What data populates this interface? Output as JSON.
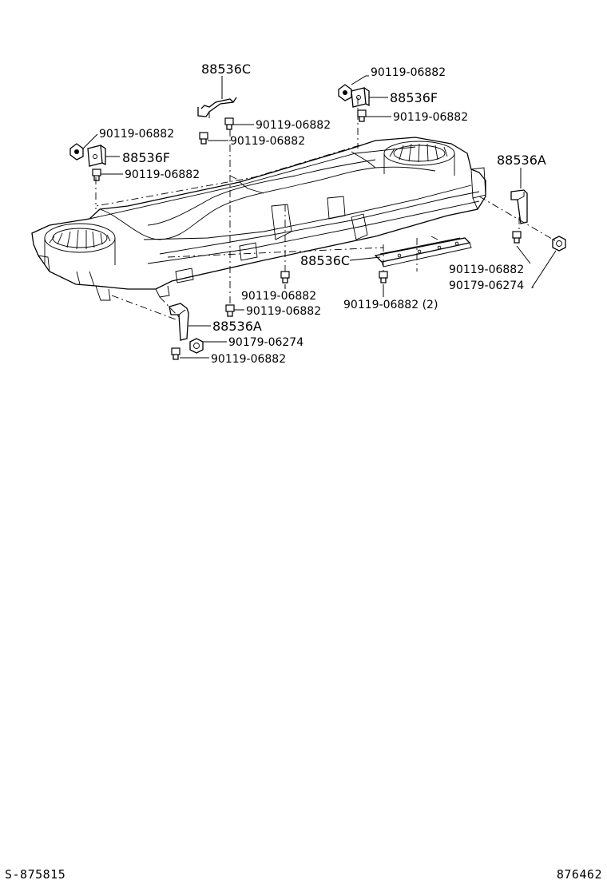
{
  "labels": {
    "c_top": "88536C",
    "f_top_right": "88536F",
    "f_left": "88536F",
    "a_right": "88536A",
    "c_mid": "88536C",
    "a_bottom": "88536A",
    "b_top_right_a": "90119-06882",
    "b_top_right_b": "90119-06882",
    "b_top_mid_a": "90119-06882",
    "b_top_mid_b": "90119-06882",
    "b_left_a": "90119-06882",
    "b_left_b": "90119-06882",
    "b_right_a": "90119-06882",
    "n_right": "90179-06274",
    "b_mid": "90119-06882 (2)",
    "b_center_a": "90119-06882",
    "b_center_b": "90119-06882",
    "n_bottom": "90179-06274",
    "b_bottom": "90119-06882"
  },
  "footer": {
    "left_code": "S-875815",
    "right_code": "876462"
  }
}
